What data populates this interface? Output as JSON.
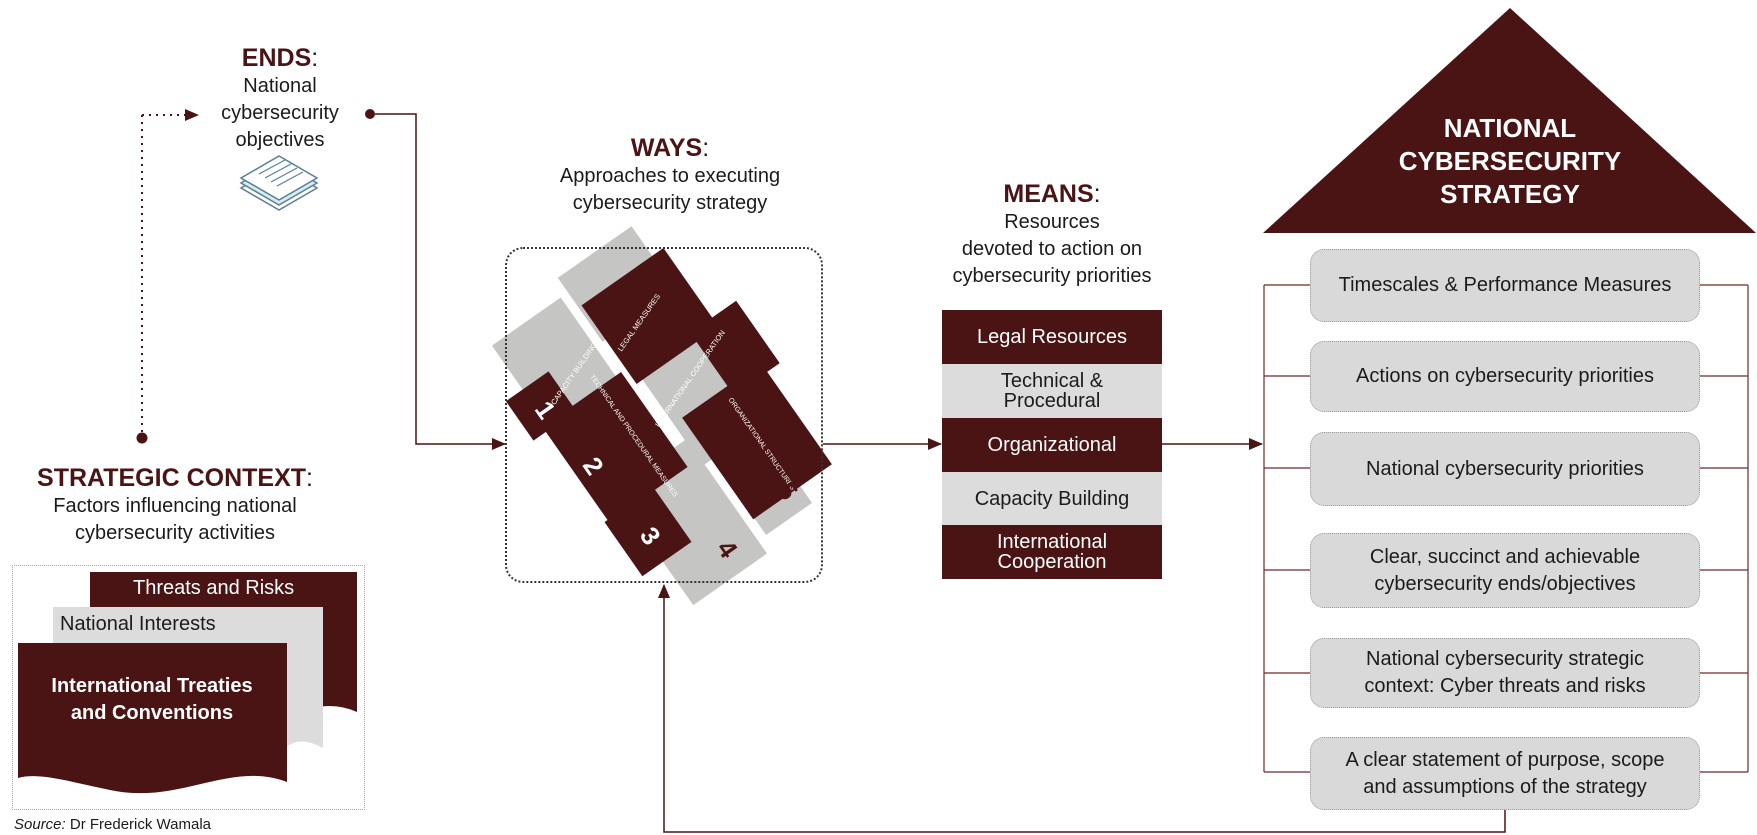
{
  "ends": {
    "keyword": "ENDS",
    "description_lines": [
      "National",
      "cybersecurity",
      "objectives"
    ]
  },
  "ways": {
    "keyword": "WAYS",
    "description_lines": [
      "Approaches to executing",
      "cybersecurity strategy"
    ],
    "tiles": [
      {
        "label": "LEGAL MEASURES",
        "number": ""
      },
      {
        "label": "CAPACITY BUILDING",
        "number": "1"
      },
      {
        "label": "INTERNATIONAL COOPERATION",
        "number": ""
      },
      {
        "label": "TECHNICAL AND PROCEDURAL MEASURES",
        "number": "2"
      },
      {
        "label": "ORGANIZATIONAL STRUCTURES",
        "number": "5"
      },
      {
        "label": "",
        "number": "3"
      },
      {
        "label": "",
        "number": "4"
      }
    ]
  },
  "means": {
    "keyword": "MEANS",
    "description_lines": [
      "Resources",
      "devoted to action on",
      "cybersecurity priorities"
    ],
    "items": [
      {
        "lines": [
          "Legal Resources"
        ],
        "style": "dark"
      },
      {
        "lines": [
          "Technical &",
          "Procedural"
        ],
        "style": "light"
      },
      {
        "lines": [
          "Organizational"
        ],
        "style": "dark"
      },
      {
        "lines": [
          "Capacity Building"
        ],
        "style": "light"
      },
      {
        "lines": [
          "International",
          "Cooperation"
        ],
        "style": "dark"
      }
    ]
  },
  "context": {
    "keyword": "STRATEGIC CONTEXT",
    "description_lines": [
      "Factors influencing national",
      "cybersecurity activities"
    ],
    "documents": {
      "back": "Threats and Risks",
      "middle": "National Interests",
      "front_lines": [
        "International Treaties",
        "and Conventions"
      ]
    }
  },
  "strategy": {
    "title_lines": [
      "NATIONAL",
      "CYBERSECURITY",
      "STRATEGY"
    ],
    "pillars": [
      {
        "lines": [
          "Timescales & Performance Measures"
        ]
      },
      {
        "lines": [
          "Actions on cybersecurity priorities"
        ]
      },
      {
        "lines": [
          "National cybersecurity priorities"
        ]
      },
      {
        "lines": [
          "Clear, succinct and achievable",
          "cybersecurity ends/objectives"
        ]
      },
      {
        "lines": [
          "National cybersecurity strategic",
          "context: Cyber threats and risks"
        ]
      },
      {
        "lines": [
          "A clear statement of purpose, scope",
          "and assumptions of the strategy"
        ]
      }
    ]
  },
  "source": {
    "label": "Source:",
    "author": "Dr Frederick Wamala"
  },
  "colors": {
    "maroon": "#4a1414",
    "light_gray": "#dcdcdc",
    "tile_gray": "#c5c5c3"
  }
}
